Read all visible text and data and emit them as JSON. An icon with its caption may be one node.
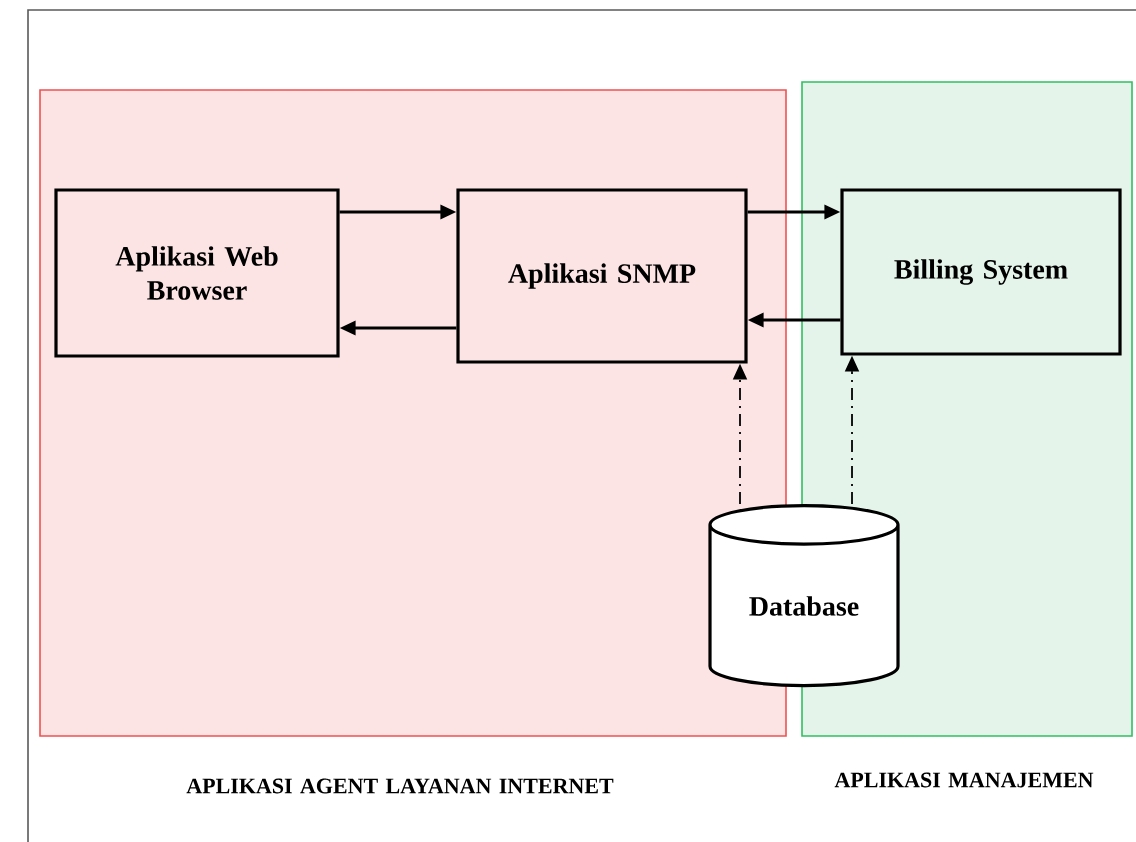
{
  "diagram": {
    "nodes": [
      {
        "text": [
          "APLIKASI AGENT LAYANAN INTERNET"
        ]
      },
      {
        "text": [
          "APLIKASI MANAJEMEN"
        ]
      },
      {
        "text": [
          "Aplikasi Web Browser"
        ],
        "in": 0
      },
      {
        "text": [
          "Aplikasi SNMP"
        ],
        "in": 0
      },
      {
        "text": [
          "Billing System"
        ],
        "in": 1
      },
      {
        "text": [
          "Database"
        ]
      }
    ],
    "edges": [
      {
        "from": 2,
        "to": 3,
        "arrow": "to"
      },
      {
        "from": 3,
        "to": 2,
        "arrow": "to"
      },
      {
        "from": 3,
        "to": 4,
        "arrow": "to"
      },
      {
        "from": 4,
        "to": 3,
        "arrow": "to"
      },
      {
        "from": 5,
        "to": 3,
        "arrow": "to",
        "style": "dashed"
      },
      {
        "from": 5,
        "to": 4,
        "arrow": "to",
        "style": "dashed"
      }
    ]
  }
}
